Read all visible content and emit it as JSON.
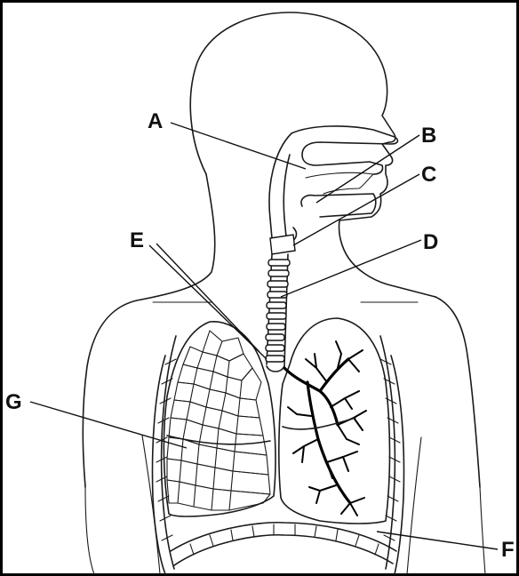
{
  "labels": {
    "A": "A",
    "B": "B",
    "C": "C",
    "D": "D",
    "E": "E",
    "F": "F",
    "G": "G"
  },
  "colors": {
    "ink": "#111111",
    "background": "#ffffff"
  }
}
